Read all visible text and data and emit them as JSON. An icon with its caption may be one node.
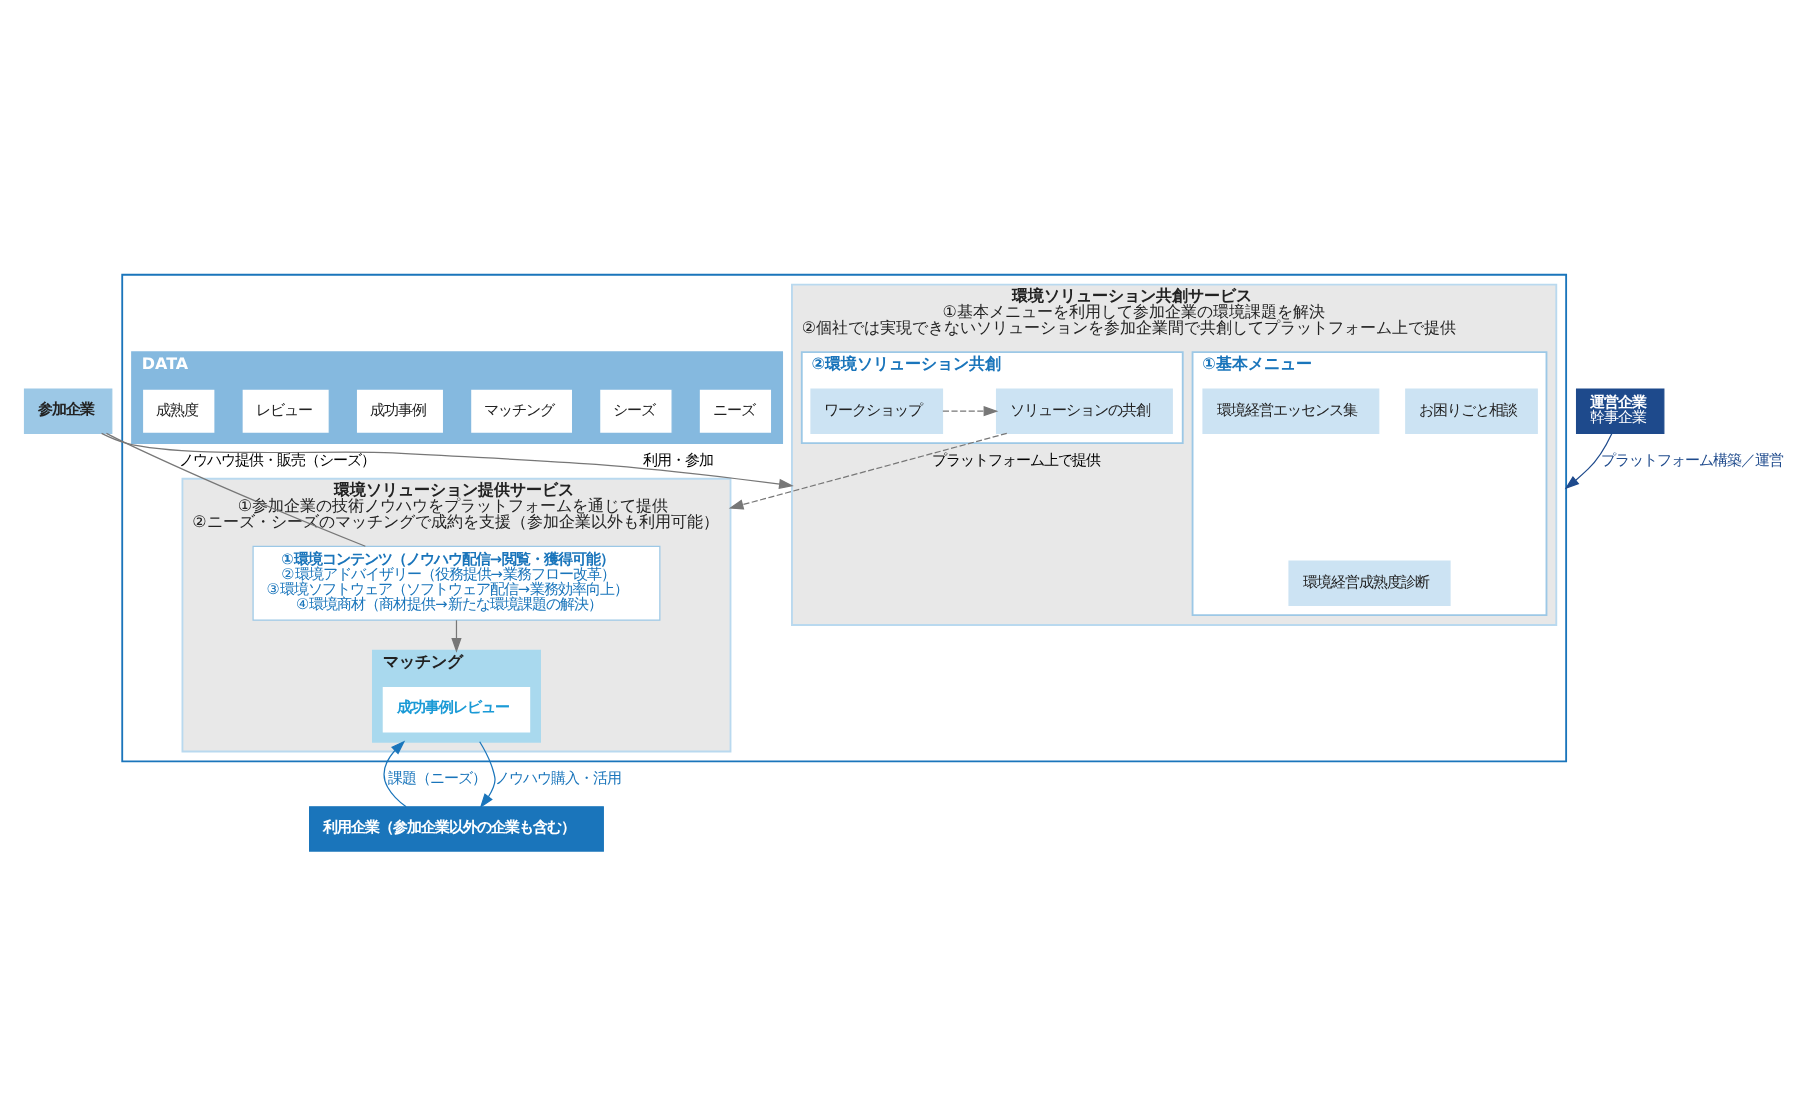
{
  "diagram": {
    "nodes": [
      {
        "text": [
          "参加企業"
        ]
      },
      {
        "text": [],
        "shape": "box"
      },
      {
        "text": [
          "環境ソリューション共創サービス",
          "①基本メニューを利用して参加企業の環境課題を解決",
          "②個社では実現できないソリューションを参加企業間で共創してプラットフォーム上で提供"
        ],
        "in": 1
      },
      {
        "text": [
          "①基本メニュー"
        ],
        "in": 2
      },
      {
        "text": [
          "環境経営成熟度診断"
        ],
        "in": 3
      },
      {
        "text": [
          "お困りごと相談"
        ],
        "in": 3
      },
      {
        "text": [
          "環境経営エッセンス集"
        ],
        "in": 3
      },
      {
        "text": [
          "②環境ソリューション共創"
        ],
        "in": 2
      },
      {
        "text": [
          "ワークショップ"
        ],
        "in": 7
      },
      {
        "text": [
          "ソリューションの共創"
        ],
        "in": 7
      },
      {
        "text": [
          "DATA"
        ],
        "in": 1
      },
      {
        "text": [
          "ニーズ"
        ],
        "in": 10
      },
      {
        "text": [
          "シーズ"
        ],
        "in": 10
      },
      {
        "text": [
          "マッチング"
        ],
        "in": 10
      },
      {
        "text": [
          "成功事例"
        ],
        "in": 10
      },
      {
        "text": [
          "レビュー"
        ],
        "in": 10
      },
      {
        "text": [
          "成熟度"
        ],
        "in": 10
      },
      {
        "text": [
          "環境ソリューション提供サービス",
          "①参加企業の技術ノウハウをプラットフォームを通じて提供",
          "②ニーズ・シーズのマッチングで成約を支援（参加企業以外も利用可能）"
        ],
        "in": 1
      },
      {
        "text": [
          "①環境コンテンツ（ノウハウ配信→閲覧・獲得可能）",
          "②環境アドバイザリー（役務提供→業務フロー改革）",
          "③環境ソフトウェア（ソフトウェア配信→業務効率向上）",
          "④環境商材（商材提供→新たな環境課題の解決）"
        ],
        "in": 17
      },
      {
        "text": [
          "マッチング"
        ],
        "in": 17
      },
      {
        "text": [
          "成功事例レビュー"
        ],
        "in": 19
      },
      {
        "text": [
          "利用企業（参加企業以外の企業も含む）"
        ]
      },
      {
        "text": [
          "運営企業",
          "幹事企業"
        ]
      }
    ],
    "edges": [
      {
        "from": 0,
        "to": 2,
        "arrow": "to",
        "label": "利用・参加"
      },
      {
        "from": 8,
        "to": 9,
        "arrow": "to",
        "style": "dashed"
      },
      {
        "from": 9,
        "to": 17,
        "arrow": "to",
        "style": "dashed",
        "label": "プラットフォーム上で提供"
      },
      {
        "from": 0,
        "to": 18,
        "arrow": "none",
        "label": "ノウハウ提供・販売（シーズ）"
      },
      {
        "from": 18,
        "to": 19,
        "arrow": "to"
      },
      {
        "from": 21,
        "to": 19,
        "arrow": "to",
        "label": "課題（ニーズ）",
        "color": "#1a75bb"
      },
      {
        "from": 19,
        "to": 21,
        "arrow": "to",
        "label": "ノウハウ購入・活用",
        "color": "#1a75bb"
      },
      {
        "from": 22,
        "to": 1,
        "arrow": "to",
        "label": "プラットフォーム構築／運営",
        "color": "#1e4a8c"
      }
    ]
  }
}
